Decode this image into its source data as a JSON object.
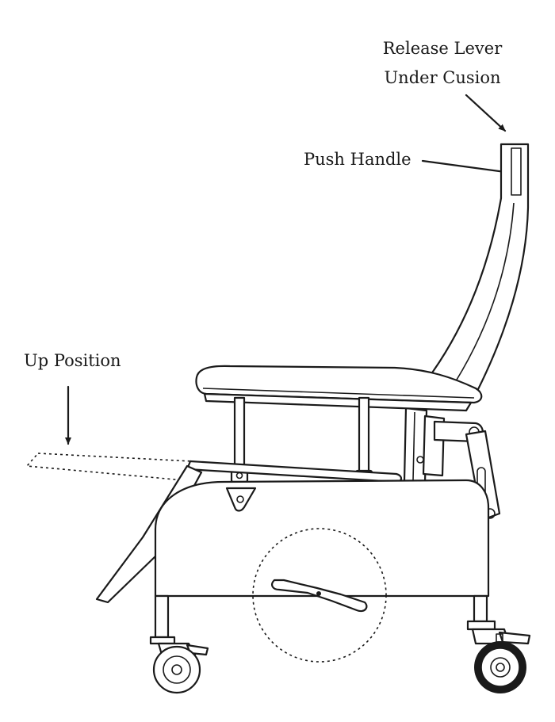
{
  "labels": {
    "release_lever_line1": "Release Lever",
    "release_lever_line2": "Under Cusion",
    "push_handle": "Push Handle",
    "up_position": "Up Position"
  },
  "colors": {
    "line": "#1a1a1a",
    "background": "#ffffff"
  }
}
